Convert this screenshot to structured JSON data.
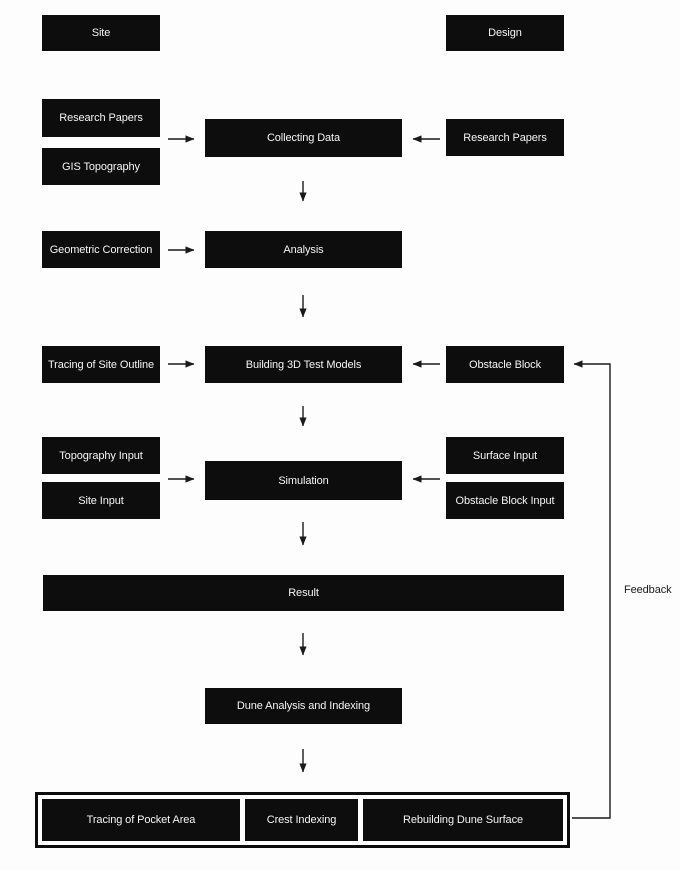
{
  "diagram": {
    "title_implied": "Dune simulation workflow flowchart",
    "colors": {
      "box_background": "#0d0d0d",
      "box_text": "#f5f5f5",
      "line": "#1a1a1a",
      "page_background": "#fdfdfd"
    },
    "nodes": {
      "site": "Site",
      "design": "Design",
      "research_papers_left": "Research Papers",
      "gis_topography": "GIS Topography",
      "collecting_data": "Collecting Data",
      "research_papers_right": "Research Papers",
      "geometric_correction": "Geometric Correction",
      "analysis": "Analysis",
      "tracing_site_outline": "Tracing of Site Outline",
      "building_3d_test_models": "Building 3D Test Models",
      "obstacle_block": "Obstacle Block",
      "topography_input": "Topography Input",
      "site_input": "Site Input",
      "simulation": "Simulation",
      "surface_input": "Surface Input",
      "obstacle_block_input": "Obstacle Block Input",
      "result": "Result",
      "dune_analysis_indexing": "Dune Analysis and Indexing",
      "tracing_pocket_area": "Tracing of Pocket Area",
      "crest_indexing": "Crest Indexing",
      "rebuilding_dune_surface": "Rebuilding Dune Surface"
    },
    "feedback_label": "Feedback",
    "edges": [
      {
        "from": "research_papers_left|gis_topography",
        "to": "collecting_data"
      },
      {
        "from": "research_papers_right",
        "to": "collecting_data"
      },
      {
        "from": "collecting_data",
        "to": "analysis"
      },
      {
        "from": "geometric_correction",
        "to": "analysis"
      },
      {
        "from": "analysis",
        "to": "building_3d_test_models"
      },
      {
        "from": "tracing_site_outline",
        "to": "building_3d_test_models"
      },
      {
        "from": "obstacle_block",
        "to": "building_3d_test_models"
      },
      {
        "from": "building_3d_test_models",
        "to": "simulation"
      },
      {
        "from": "topography_input|site_input",
        "to": "simulation"
      },
      {
        "from": "surface_input|obstacle_block_input",
        "to": "simulation"
      },
      {
        "from": "simulation",
        "to": "result"
      },
      {
        "from": "result",
        "to": "dune_analysis_indexing"
      },
      {
        "from": "dune_analysis_indexing",
        "to": "output_group"
      },
      {
        "from": "output_group",
        "to": "obstacle_block",
        "label": "Feedback"
      }
    ]
  }
}
